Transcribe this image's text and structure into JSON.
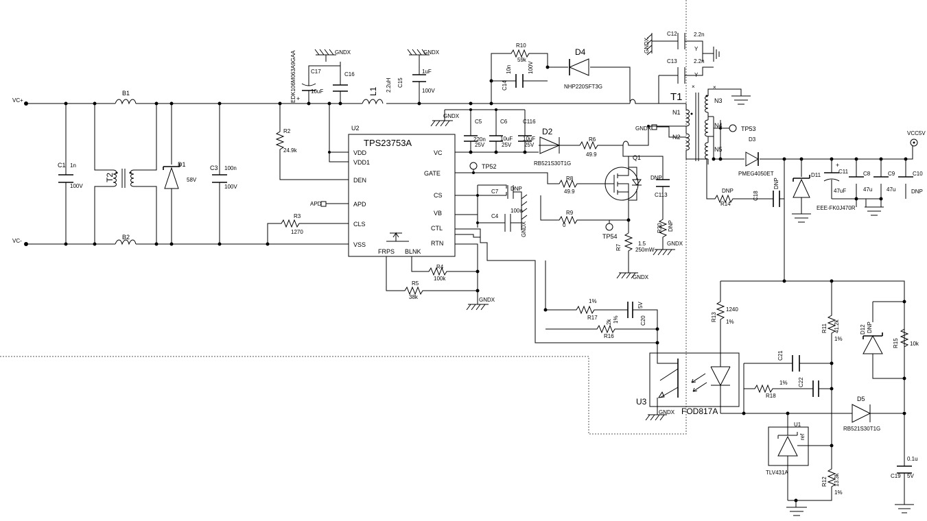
{
  "ports": {
    "vc_plus": "VC+",
    "vc_minus": "VC-",
    "vcc5v": "VCC5V",
    "apd": "APD"
  },
  "components": {
    "b1": "B1",
    "b2": "B2",
    "t2": "T2",
    "c1": "C1",
    "c1_val": "1n",
    "c1_volt": "100V",
    "d1": "D1",
    "d1_val": "58V",
    "c3": "C3",
    "c3_val": "100n",
    "c3_volt": "100V",
    "edk": "EDK106M063A9GAA",
    "c17": "C17",
    "c17_val": "10uF",
    "c16": "C16",
    "l1": "L1",
    "l1_val": "2.2uH",
    "c15": "C15",
    "c15_val": "1uF",
    "c15_volt": "100V",
    "r2": "R2",
    "r2_val": "24.9k",
    "r3": "R3",
    "r3_val": "1270",
    "r10": "R10",
    "r10_val": "59k",
    "c14": "C14",
    "c14_val": "10n",
    "c14_volt": "100V",
    "d4": "D4",
    "d4_part": "NHP220SFT3G",
    "c5": "C5",
    "c6": "C6",
    "c116": "C116",
    "c5_val": "220n",
    "c5_volt": "25V",
    "c6_val": "10uF",
    "c6_volt": "25V",
    "c116_val": "10uF",
    "c116_volt": "25V",
    "d2": "D2",
    "d2_part": "RB521S30T1G",
    "r6": "R6",
    "r6_val": "49.9",
    "r8": "R8",
    "r8_val": "49.9",
    "q1": "Q1",
    "c7": "C7",
    "c7_dnp": "DNP",
    "c4": "C4",
    "c4_val": "100n",
    "r9": "R9",
    "r9_val": "0",
    "r4": "R4",
    "r4_val": "100k",
    "r5": "R5",
    "r5_val": "38k",
    "r7": "R7",
    "r7_val": "1.5",
    "r7_pwr": "250mW",
    "r30": "R30",
    "r30_dnp": "DNP",
    "c113": "C113",
    "c113_dnp": "DNP",
    "c12": "C12",
    "c12_val": "2.2n",
    "c12_y": "Y",
    "c13": "C13",
    "c13_val": "2.2n",
    "c13_y": "Y",
    "t1": "T1",
    "n1": "N1",
    "n2": "N2",
    "n3": "N3",
    "n4": "N4",
    "n5": "N5",
    "d3": "D3",
    "d3_part": "PMEG4050ET",
    "r14": "R14",
    "r14_dnp": "DNP",
    "c18": "C18",
    "c18_dnp": "DNP",
    "d11": "D11",
    "c11": "C11",
    "c11_val": "47uF",
    "c11_part": "EEE-FK0J470R",
    "c8": "C8",
    "c8_val": "47u",
    "c9": "C9",
    "c9_val": "47u",
    "c10": "C10",
    "c10_dnp": "DNP",
    "r17": "R17",
    "r17_tol": "1%",
    "r16": "R16",
    "r16_val": "2k",
    "r16_tol": "1%",
    "c20": "C20",
    "c20_volt": "5V",
    "u3": "U3",
    "u3_part": "FOD817A",
    "r13": "R13",
    "r13_val": "1240",
    "r13_tol": "1%",
    "r11": "R11",
    "r11_val": "41.2k",
    "r11_tol": "1%",
    "d12": "D12",
    "d12_dnp": "DNP",
    "r15": "R15",
    "r15_val": "10k",
    "c21": "C21",
    "r18": "R18",
    "r18_tol": "1%",
    "c22": "C22",
    "d5": "D5",
    "d5_part": "RB521S30T1G",
    "u1": "U1",
    "u1_ref": "ref",
    "u1_part": "TLV431A",
    "r12": "R12",
    "r12_val": "13.3k",
    "r12_tol": "1%",
    "c19": "C19",
    "c19_val": "0.1u",
    "c19_volt": "5V"
  },
  "ic": {
    "ref": "U2",
    "name": "TPS23753A",
    "pins_left": [
      "VDD",
      "VDD1",
      "DEN",
      "APD",
      "CLS",
      "VSS"
    ],
    "pins_right": [
      "VC",
      "GATE",
      "CS",
      "VB",
      "CTL",
      "RTN"
    ],
    "pins_bottom": [
      "FRPS",
      "BLNK"
    ]
  },
  "testpoints": {
    "tp52": "TP52",
    "tp53": "TP53",
    "tp54": "TP54"
  },
  "grounds": {
    "gndx": "GNDX"
  }
}
